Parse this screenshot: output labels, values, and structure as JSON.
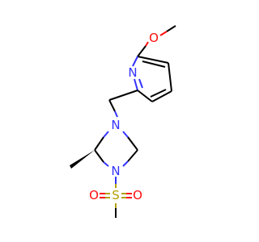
{
  "molecule": {
    "atoms": {
      "methoxy_o": {
        "symbol": "O",
        "color": "#ff0d0d"
      },
      "pyridine_n": {
        "symbol": "N",
        "color": "#3333ff"
      },
      "piperazine_n4": {
        "symbol": "N",
        "color": "#3333ff"
      },
      "piperazine_n1": {
        "symbol": "N",
        "color": "#3333ff"
      },
      "sulfonyl_s": {
        "symbol": "S",
        "color": "#b2a000"
      },
      "sulfonyl_o_left": {
        "symbol": "O",
        "color": "#ff0d0d"
      },
      "sulfonyl_o_right": {
        "symbol": "O",
        "color": "#ff0d0d"
      }
    },
    "bond_color": "#000000"
  }
}
